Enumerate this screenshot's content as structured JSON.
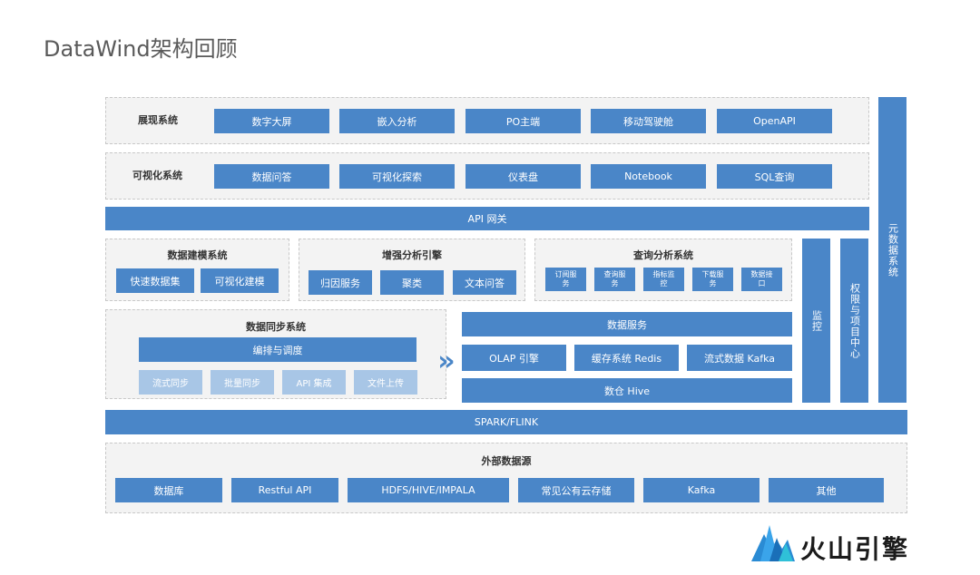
{
  "title": "DataWind架构回顾",
  "display": {
    "label": "展现系统",
    "items": [
      "数字大屏",
      "嵌入分析",
      "PO主端",
      "移动驾驶舱",
      "OpenAPI"
    ]
  },
  "visual": {
    "label": "可视化系统",
    "items": [
      "数据问答",
      "可视化探索",
      "仪表盘",
      "Notebook",
      "SQL查询"
    ]
  },
  "api_gateway": "API 网关",
  "modeling": {
    "label": "数据建模系统",
    "items": [
      "快速数据集",
      "可视化建模"
    ]
  },
  "enhanced": {
    "label": "增强分析引擎",
    "items": [
      "归因服务",
      "聚类",
      "文本问答"
    ]
  },
  "query": {
    "label": "查询分析系统",
    "items": [
      "订阅服务",
      "查询服务",
      "指标监控",
      "下载服务",
      "数据接口"
    ]
  },
  "sync": {
    "label": "数据同步系统",
    "orchestration": "编排与调度",
    "items": [
      "流式同步",
      "批量同步",
      "API 集成",
      "文件上传"
    ]
  },
  "arrow_glyph": "»",
  "data_service": {
    "label": "数据服务",
    "items": [
      "OLAP 引擎",
      "缓存系统 Redis",
      "流式数据 Kafka"
    ],
    "warehouse": "数仓 Hive"
  },
  "monitor": "监控",
  "permission": "权限与项目中心",
  "metadata": "元数据系统",
  "compute": "SPARK/FLINK",
  "external": {
    "label": "外部数据源",
    "items": [
      "数据库",
      "Restful API",
      "HDFS/HIVE/IMPALA",
      "常见公有云存储",
      "Kafka",
      "其他"
    ]
  },
  "logo": {
    "text": "火山引擎",
    "icon": "volcano-mountain-icon"
  },
  "colors": {
    "accent": "#4a86c8",
    "light": "#a8c6e6",
    "panel": "#f3f3f3"
  }
}
